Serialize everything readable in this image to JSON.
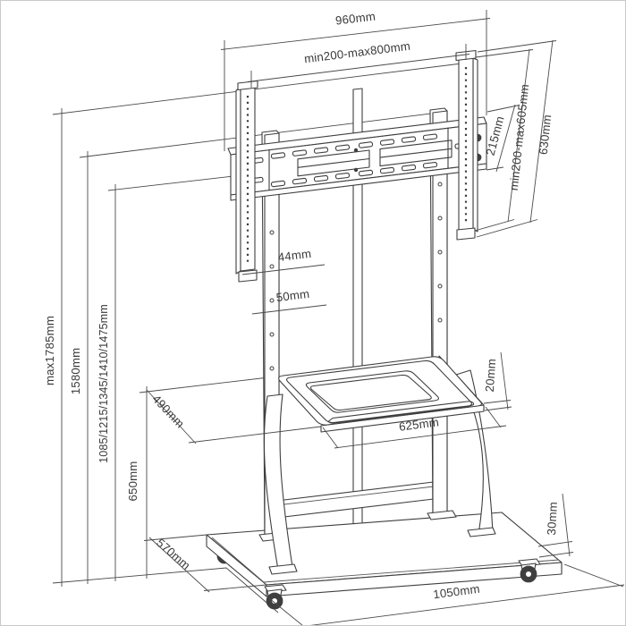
{
  "drawing": {
    "product": "Mobile TV floor stand with VESA bracket, shelf and casters - dimensioned technical drawing",
    "units": "mm",
    "labels": {
      "total_width": "960mm",
      "vesa_width": "min200-max800mm",
      "plate_height": "215mm",
      "vesa_height": "min200-max605mm",
      "bracket_height": "630mm",
      "max_height": "max1785mm",
      "column_height": "1580mm",
      "mount_heights": "1085/1215/1345/1410/1475mm",
      "hole_offset": "44mm",
      "hole_pitch": "50mm",
      "shelf_depth": "490mm",
      "shelf_width": "625mm",
      "shelf_thickness": "20mm",
      "shelf_height": "650mm",
      "base_depth": "570mm",
      "base_width": "1050mm",
      "base_thickness": "30mm"
    },
    "colors": {
      "line": "#3f3f3f",
      "background": "#ffffff",
      "frame_border": "#c9c9c9"
    }
  }
}
